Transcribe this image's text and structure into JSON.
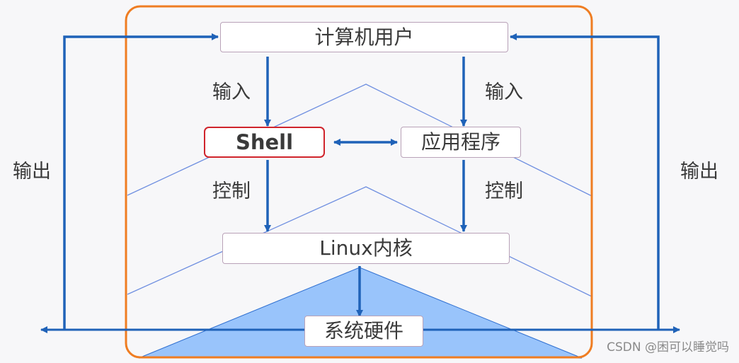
{
  "nodes": {
    "user": "计算机用户",
    "shell": "Shell",
    "apps": "应用程序",
    "kernel": "Linux内核",
    "hardware": "系统硬件"
  },
  "labels": {
    "input_left": "输入",
    "input_right": "输入",
    "control_left": "控制",
    "control_right": "控制",
    "output_left": "输出",
    "output_right": "输出"
  },
  "watermark": "CSDN @困可以睡觉吗",
  "colors": {
    "frame": "#ef7d22",
    "arrow": "#1f62b8",
    "chevron_line": "#6f8fe0",
    "triangle_fill": "#99c4fb",
    "shell_border": "#d0242c",
    "node_border": "#b9a2b8"
  }
}
